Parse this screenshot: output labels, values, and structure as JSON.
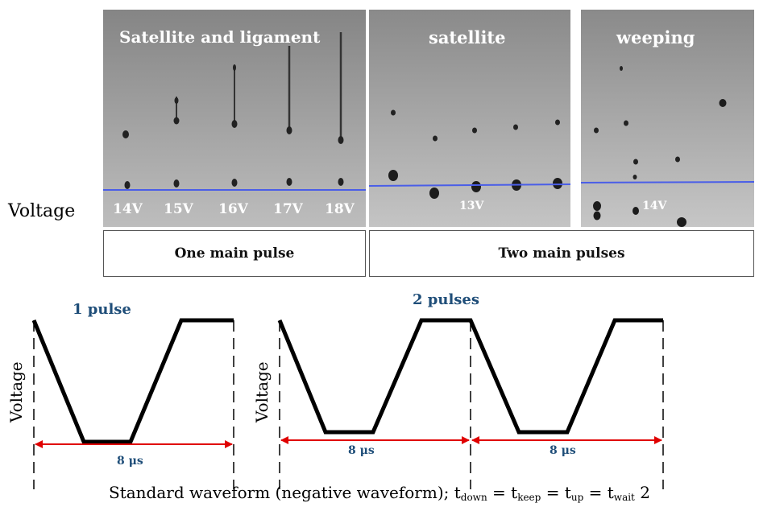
{
  "top_figure": {
    "row_label": "Voltage",
    "panel1": {
      "title": "Satellite and ligament",
      "voltages": [
        "14V",
        "15V",
        "16V",
        "17V",
        "18V"
      ],
      "caption": "One main pulse"
    },
    "panel2": {
      "title": "satellite",
      "voltage": "13V"
    },
    "panel3": {
      "title": "weeping",
      "voltage": "14V"
    },
    "caption_right": "Two main pulses"
  },
  "waveforms": {
    "left": {
      "title": "1 pulse",
      "ylabel": "Voltage",
      "duration": "8 μs"
    },
    "right": {
      "title": "2 pulses",
      "ylabel": "Voltage",
      "durations": [
        "8 μs",
        "8 μs"
      ]
    },
    "caption": {
      "prefix": "Standard waveform (negative waveform); t",
      "sub1": "down",
      "eq1": " = t",
      "sub2": "keep",
      "eq2": " = t",
      "sub3": "up",
      "eq3": " = t",
      "sub4": "wait",
      "suffix": " 2"
    }
  },
  "colors": {
    "panel_top": "#8c8c8c",
    "panel_bottom": "#b8b8b8",
    "baseline": "#4a5ee8",
    "title_blue": "#1f4e79",
    "arrow_red": "#e00000",
    "droplet": "#1c1c1c"
  }
}
